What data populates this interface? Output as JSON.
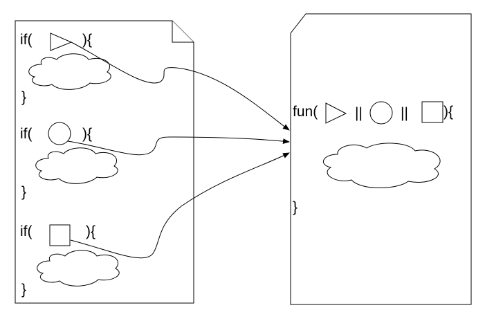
{
  "left_document": {
    "blocks": [
      {
        "if_open": "if(",
        "if_close": "){",
        "block_close": "}",
        "condition_shape": "triangle"
      },
      {
        "if_open": "if(",
        "if_close": "){",
        "block_close": "}",
        "condition_shape": "circle"
      },
      {
        "if_open": "if(",
        "if_close": "){",
        "block_close": "}",
        "condition_shape": "square"
      }
    ]
  },
  "right_document": {
    "fun_open": "fun(",
    "or_1": "||",
    "or_2": "||",
    "fun_close": "){",
    "block_close": "}",
    "parameter_shapes": [
      "triangle",
      "circle",
      "square"
    ]
  },
  "connectors": [
    {
      "from": "triangle",
      "to": "fun"
    },
    {
      "from": "circle",
      "to": "fun"
    },
    {
      "from": "square",
      "to": "fun"
    }
  ],
  "colors": {
    "stroke": "#000000",
    "background": "#ffffff"
  }
}
